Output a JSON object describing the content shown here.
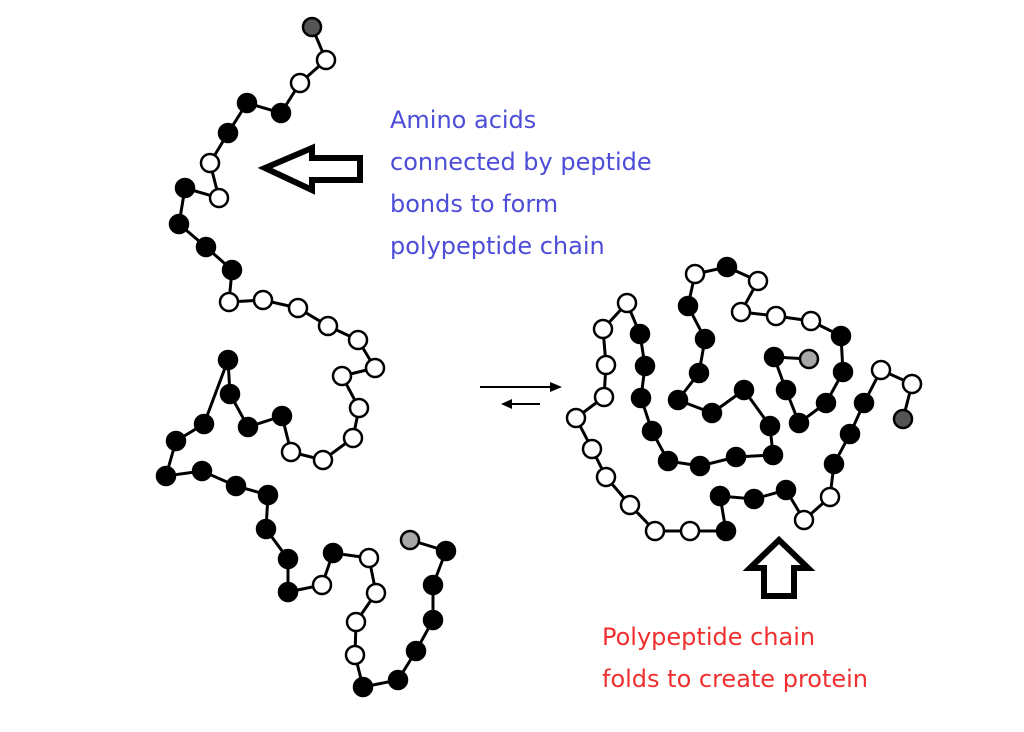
{
  "captions": {
    "chain": {
      "lines": [
        "Amino acids",
        "connected by peptide",
        "bonds to form",
        "polypeptide chain"
      ],
      "color": "#4d4dd8"
    },
    "folded": {
      "lines": [
        "Polypeptide chain",
        "folds to create protein"
      ],
      "color": "#f03030"
    }
  },
  "bead_colors": {
    "filled": "#000000",
    "open": "#ffffff",
    "terminal_dark": "#555555",
    "terminal_light": "#a8a8a8",
    "outline": "#000000"
  },
  "icons": {
    "pointer_to_chain": "hollow-left-arrow-icon",
    "pointer_to_protein": "hollow-up-arrow-icon",
    "equilibrium": "equilibrium-arrows-icon"
  }
}
